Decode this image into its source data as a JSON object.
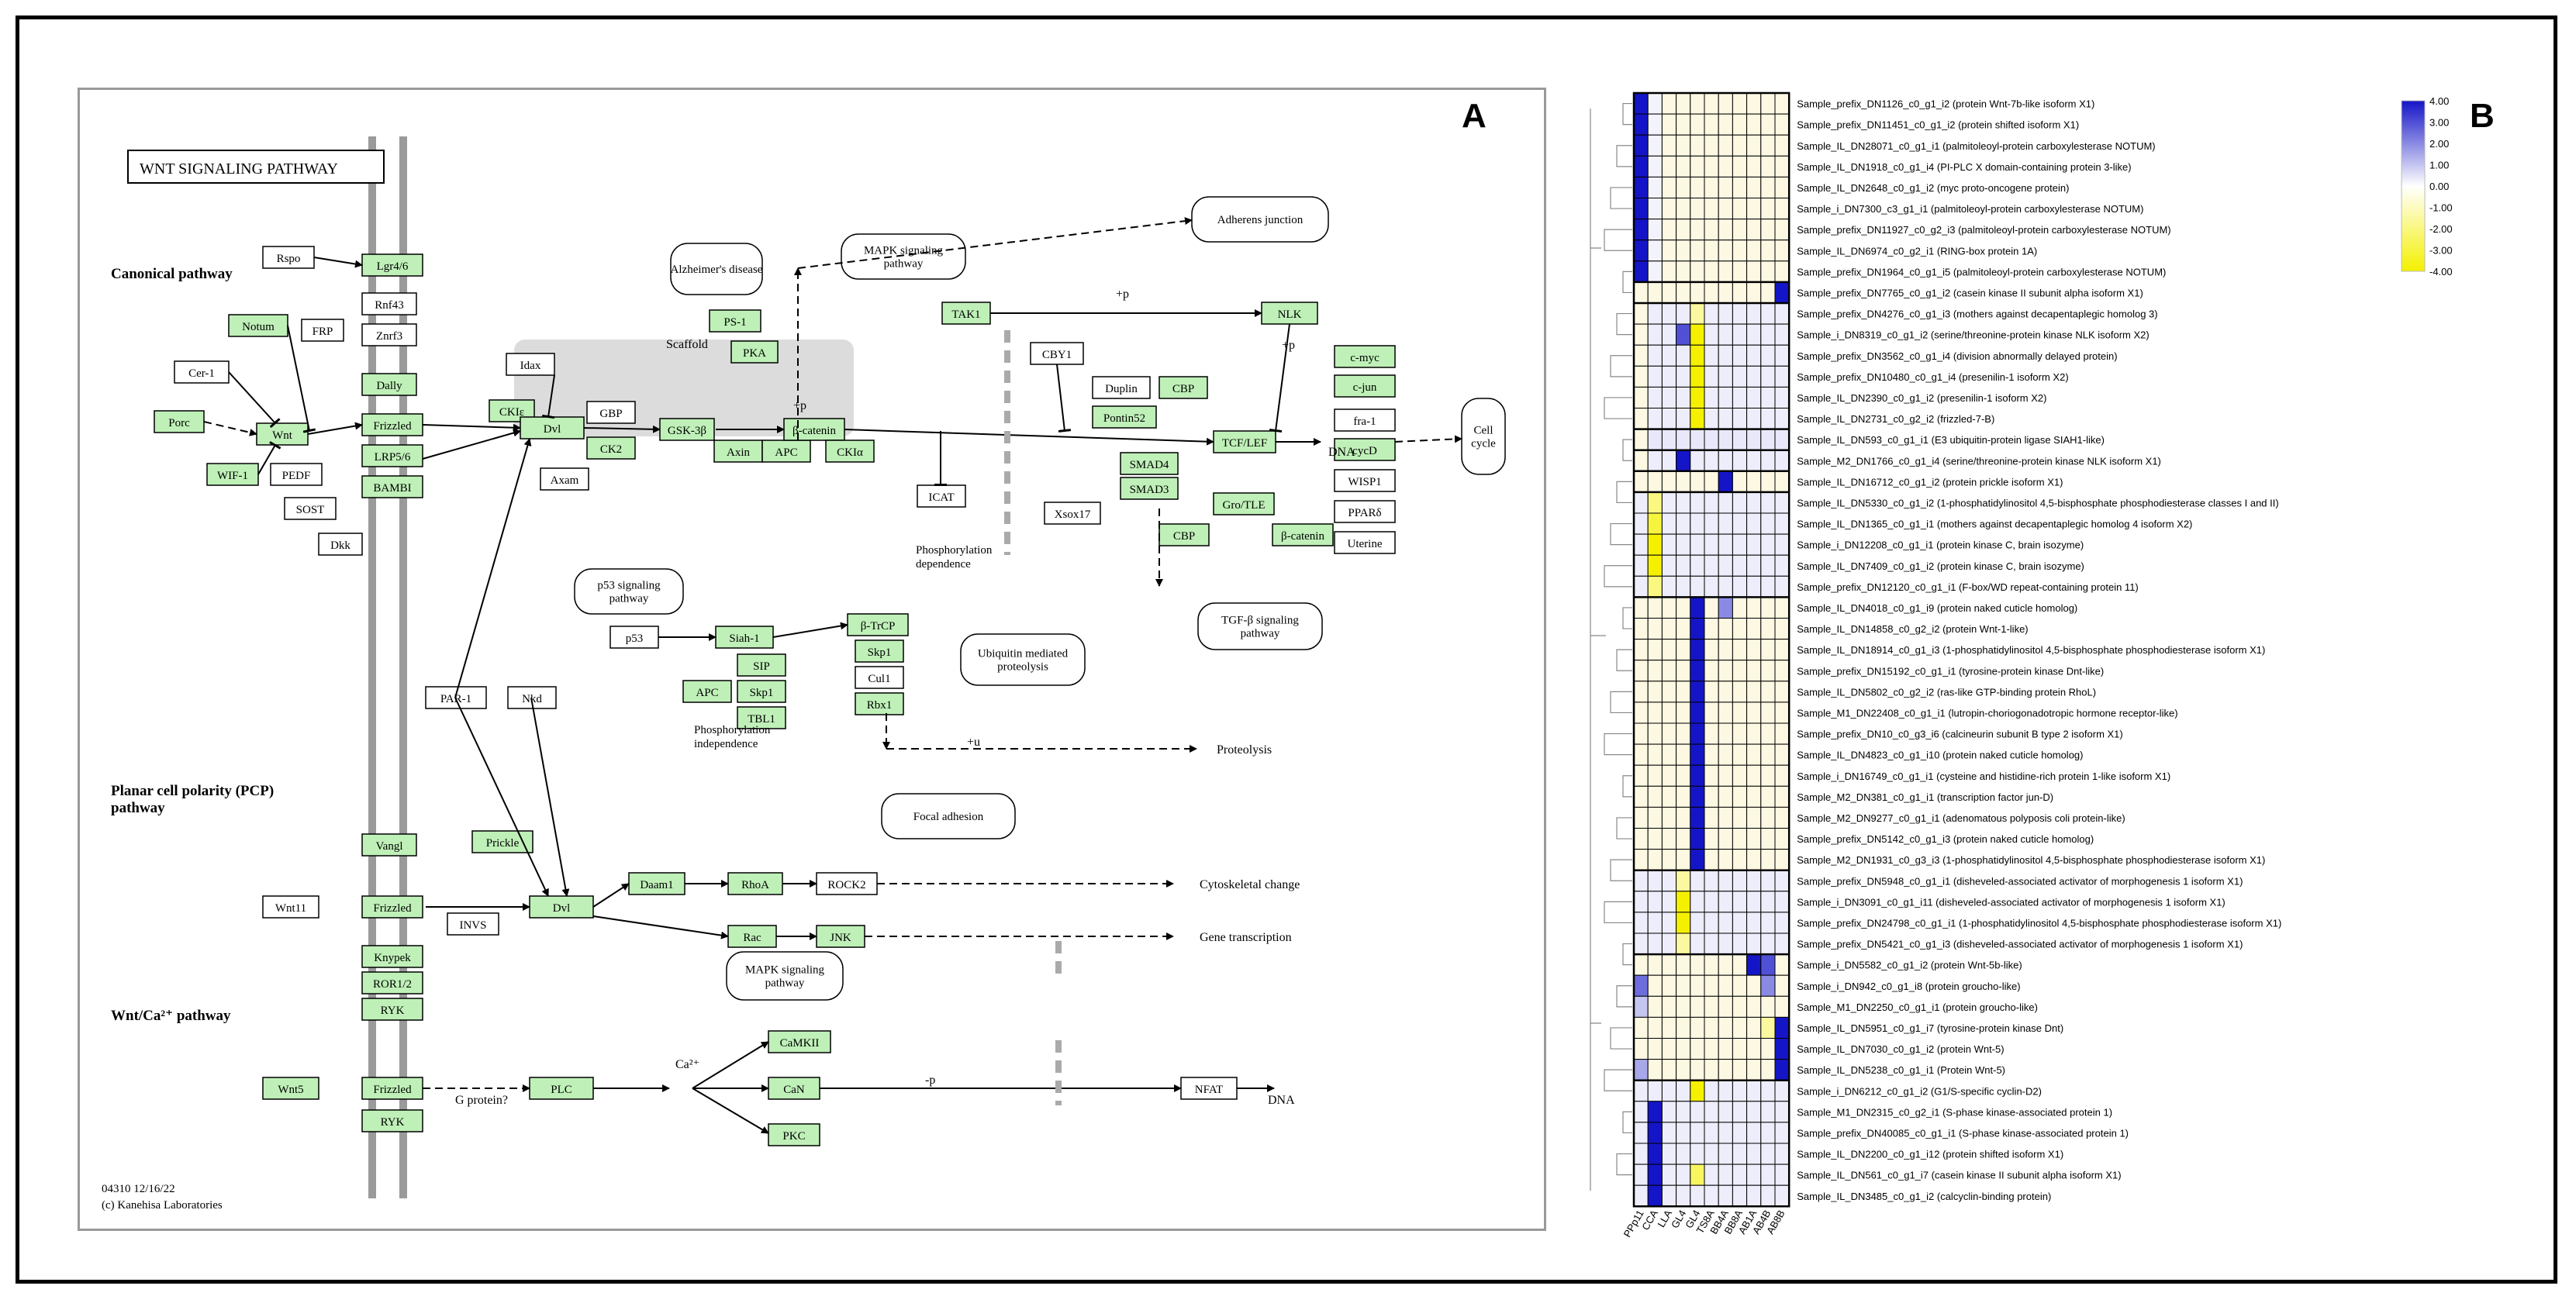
{
  "panel_a": {
    "letter": "A",
    "title": "WNT SIGNALING PATHWAY",
    "section_canonical": "Canonical pathway",
    "section_pcp": "Planar cell polarity (PCP) pathway",
    "section_ca": "Wnt/Ca²⁺ pathway",
    "map_id": "04310 12/16/22",
    "copyright": "(c) Kanehisa Laboratories",
    "scaffold_label": "Scaffold",
    "labels": {
      "plus_p": "+p",
      "minus_p": "-p",
      "plus_u": "+u",
      "g_protein": "G protein?",
      "dna": "DNA",
      "ca": "Ca²⁺",
      "phos_dep": "Phosphorylation dependence",
      "phos_indep": "Phosphorylation independence",
      "proteolysis": "Proteolysis",
      "cyto_change": "Cytoskeletal change",
      "gene_transcription": "Gene transcription"
    },
    "rounded_boxes": {
      "alzheimers": "Alzheimer's disease",
      "adherens": "Adherens junction",
      "mapk1": "MAPK signaling pathway",
      "p53": "p53 signaling pathway",
      "ubiquitin": "Ubiquitin mediated proteolysis",
      "tgfb": "TGF-β signaling pathway",
      "focal": "Focal adhesion",
      "mapk2": "MAPK signaling pathway",
      "cell_cycle": "Cell cycle"
    },
    "nodes": {
      "lgr": "Lgr4/6",
      "rspo": "Rspo",
      "rnf43": "Rnf43",
      "znrf3": "Znrf3",
      "notum": "Notum",
      "frp": "FRP",
      "cer1": "Cer-1",
      "porc": "Porc",
      "wnt": "Wnt",
      "wif1": "WIF-1",
      "pedf": "PEDF",
      "sost": "SOST",
      "dkk": "Dkk",
      "dally": "Dally",
      "frizzled1": "Frizzled",
      "lrp": "LRP5/6",
      "bambi": "BAMBI",
      "idax": "Idax",
      "cki_e": "CKIε",
      "dvl1": "Dvl",
      "gbp": "GBP",
      "ck2": "CK2",
      "axam": "Axam",
      "gsk3b": "GSK-3β",
      "axin": "Axin",
      "apc": "APC",
      "bcat1": "β-catenin",
      "ckia": "CKIα",
      "icat": "ICAT",
      "ps1": "PS-1",
      "pka": "PKA",
      "tak1": "TAK1",
      "nlk": "NLK",
      "cby1": "CBY1",
      "duplin": "Duplin",
      "pontin": "Pontin52",
      "cbp1": "CBP",
      "tcf": "TCF/LEF",
      "smad4": "SMAD4",
      "smad3": "SMAD3",
      "xsox17": "Xsox17",
      "gro": "Gro/TLE",
      "cbp2": "CBP",
      "bcat2": "β-catenin",
      "cmyc": "c-myc",
      "cjun": "c-jun",
      "fra1": "fra-1",
      "cycd": "cycD",
      "wisp1": "WISP1",
      "ppard": "PPARδ",
      "mmp7": "Uterine",
      "p53": "p53",
      "siah1": "Siah-1",
      "sip": "SIP",
      "apc2": "APC",
      "skp1": "Skp1",
      "tbl1": "TBL1",
      "btrcp": "β-TrCP",
      "skp1b": "Skp1",
      "cul1": "Cul1",
      "rbx1": "Rbx1",
      "par1": "PAR-1",
      "nkd": "Nkd",
      "vangl": "Vangl",
      "prickle": "Prickle",
      "wnt11": "Wnt11",
      "frizzled2": "Frizzled",
      "invs": "INVS",
      "dvl2": "Dvl",
      "daam1": "Daam1",
      "rhoa": "RhoA",
      "rock2": "ROCK2",
      "rac": "Rac",
      "jnk": "JNK",
      "knypek": "Knypek",
      "ror": "ROR1/2",
      "ryk1": "RYK",
      "wnt5": "Wnt5",
      "frizzled3": "Frizzled",
      "ryk2": "RYK",
      "plc": "PLC",
      "camkii": "CaMKII",
      "cn": "CaN",
      "pkc": "PKC",
      "nfat": "NFAT"
    }
  },
  "panel_b": {
    "letter": "B",
    "legend_ticks": [
      "4.00",
      "3.00",
      "2.00",
      "1.00",
      "0.00",
      "-1.00",
      "-2.00",
      "-3.00",
      "-4.00"
    ],
    "colors": {
      "high": "#1515c8",
      "mid": "#ffffff",
      "low": "#f4f000",
      "background": "#fcf8e2"
    }
  },
  "chart_data": {
    "type": "heatmap",
    "columns": [
      "PPp11",
      "CCA",
      "LLA",
      "GL4",
      "GL4",
      "TS8A",
      "BB4A",
      "BB8A",
      "AB1A",
      "AB4B",
      "AB8B"
    ],
    "legend_range": [
      -4,
      4
    ],
    "rows": [
      {
        "label": "Sample_prefix_DN1126_c0_g1_i2 (protein Wnt-7b-like isoform X1)",
        "values": [
          4,
          0.2,
          0,
          0,
          0,
          0,
          0,
          0,
          0,
          0,
          0
        ]
      },
      {
        "label": "Sample_prefix_DN11451_c0_g1_i2 (protein shifted isoform X1)",
        "values": [
          4,
          0.2,
          0,
          0,
          0,
          0,
          0,
          0,
          0,
          0,
          0
        ]
      },
      {
        "label": "Sample_IL_DN28071_c0_g1_i1 (palmitoleoyl-protein carboxylesterase NOTUM)",
        "values": [
          4,
          0.2,
          0,
          0,
          0,
          0,
          0,
          0,
          0,
          0,
          0
        ]
      },
      {
        "label": "Sample_IL_DN1918_c0_g1_i4 (PI-PLC X domain-containing protein 3-like)",
        "values": [
          4,
          0.2,
          0,
          0,
          0,
          0,
          0,
          0,
          0,
          0,
          0
        ]
      },
      {
        "label": "Sample_IL_DN2648_c0_g1_i2 (myc proto-oncogene protein)",
        "values": [
          4,
          0.2,
          0,
          0,
          0,
          0,
          0,
          0,
          0,
          0,
          0
        ]
      },
      {
        "label": "Sample_i_DN7300_c3_g1_i1 (palmitoleoyl-protein carboxylesterase NOTUM)",
        "values": [
          4,
          0.2,
          0,
          0,
          0,
          0,
          0,
          0,
          0,
          0,
          0
        ]
      },
      {
        "label": "Sample_prefix_DN11927_c0_g2_i3 (palmitoleoyl-protein carboxylesterase NOTUM)",
        "values": [
          4,
          0.2,
          0,
          0,
          0,
          0,
          0,
          0,
          0,
          0,
          0
        ]
      },
      {
        "label": "Sample_IL_DN6974_c0_g2_i1 (RING-box protein 1A)",
        "values": [
          4,
          0.2,
          0,
          0,
          0,
          0,
          0,
          0,
          0,
          0,
          0
        ]
      },
      {
        "label": "Sample_prefix_DN1964_c0_g1_i5 (palmitoleoyl-protein carboxylesterase NOTUM)",
        "values": [
          4,
          0.2,
          0,
          0,
          0,
          0,
          0,
          0,
          0,
          0,
          0
        ]
      },
      {
        "label": "Sample_prefix_DN7765_c0_g1_i2 (casein kinase II subunit alpha isoform X1)",
        "values": [
          0,
          0,
          0,
          0,
          0,
          0,
          0,
          0,
          0,
          0,
          4
        ]
      },
      {
        "label": "Sample_prefix_DN4276_c0_g1_i3 (mothers against decapentaplegic homolog 3)",
        "values": [
          0,
          0.3,
          0.3,
          0.3,
          -1.5,
          0.3,
          0.3,
          0.3,
          0.3,
          0.3,
          0.3
        ]
      },
      {
        "label": "Sample_i_DN8319_c0_g1_i2 (serine/threonine-protein kinase NLK isoform X2)",
        "values": [
          0,
          0.3,
          0.3,
          3,
          -4,
          0.3,
          0.3,
          0.3,
          0.3,
          0.3,
          0.3
        ]
      },
      {
        "label": "Sample_prefix_DN3562_c0_g1_i4 (division abnormally delayed protein)",
        "values": [
          0,
          0.3,
          0.3,
          0.3,
          -4,
          0.3,
          0.3,
          0.3,
          0.3,
          0.3,
          0.3
        ]
      },
      {
        "label": "Sample_prefix_DN10480_c0_g1_i4 (presenilin-1 isoform X2)",
        "values": [
          0,
          0.3,
          0.3,
          0.3,
          -4,
          0.3,
          0.3,
          0.3,
          0.3,
          0.3,
          0.3
        ]
      },
      {
        "label": "Sample_IL_DN2390_c0_g1_i2 (presenilin-1 isoform X2)",
        "values": [
          0,
          0.3,
          0.3,
          0.3,
          -4,
          0.3,
          0.3,
          0.3,
          0.3,
          0.3,
          0.3
        ]
      },
      {
        "label": "Sample_IL_DN2731_c0_g2_i2 (frizzled-7-B)",
        "values": [
          0,
          0.3,
          0.3,
          0.3,
          -4,
          0.3,
          0.3,
          0.3,
          0.3,
          0.3,
          0.3
        ]
      },
      {
        "label": "Sample_IL_DN593_c0_g1_i1 (E3 ubiquitin-protein ligase SIAH1-like)",
        "values": [
          0,
          0.4,
          0.4,
          0.4,
          0.4,
          0.4,
          0.4,
          0.4,
          0.4,
          0.4,
          0.4
        ]
      },
      {
        "label": "Sample_M2_DN1766_c0_g1_i4 (serine/threonine-protein kinase NLK isoform X1)",
        "values": [
          0,
          0.3,
          0.3,
          4,
          0.3,
          0.3,
          0.3,
          0.3,
          0.3,
          0.3,
          0.3
        ]
      },
      {
        "label": "Sample_IL_DN16712_c0_g1_i2 (protein prickle isoform X1)",
        "values": [
          0,
          0,
          0,
          0,
          0,
          0,
          4,
          0,
          0,
          0,
          0
        ]
      },
      {
        "label": "Sample_IL_DN5330_c0_g1_i2 (1-phosphatidylinositol 4,5-bisphosphate phosphodiesterase classes I and II)",
        "values": [
          0.3,
          -2,
          0.3,
          0.3,
          0.3,
          0.3,
          0.3,
          0.3,
          0.3,
          0.3,
          0.3
        ]
      },
      {
        "label": "Sample_IL_DN1365_c0_g1_i1 (mothers against decapentaplegic homolog 4 isoform X2)",
        "values": [
          0.3,
          -3,
          0.3,
          0.3,
          0.3,
          0.3,
          0.3,
          0.3,
          0.3,
          0.3,
          0.3
        ]
      },
      {
        "label": "Sample_i_DN12208_c0_g1_i1 (protein kinase C, brain isozyme)",
        "values": [
          0.3,
          -4,
          0.3,
          0.3,
          0.3,
          0.3,
          0.3,
          0.3,
          0.3,
          0.3,
          0.3
        ]
      },
      {
        "label": "Sample_IL_DN7409_c0_g1_i2 (protein kinase C, brain isozyme)",
        "values": [
          0.3,
          -4,
          0.3,
          0.3,
          0.3,
          0.3,
          0.3,
          0.3,
          0.3,
          0.3,
          0.3
        ]
      },
      {
        "label": "Sample_prefix_DN12120_c0_g1_i1 (F-box/WD repeat-containing protein 11)",
        "values": [
          0.3,
          -2,
          0.3,
          0.3,
          0.3,
          0.3,
          0.3,
          0.3,
          0.3,
          0.3,
          0.3
        ]
      },
      {
        "label": "Sample_IL_DN4018_c0_g1_i9 (protein naked cuticle homolog)",
        "values": [
          0,
          0,
          0,
          0,
          4,
          0,
          2,
          0,
          0,
          0,
          0
        ]
      },
      {
        "label": "Sample_IL_DN14858_c0_g2_i2 (protein Wnt-1-like)",
        "values": [
          0,
          0,
          0,
          0,
          4,
          0,
          0,
          0,
          0,
          0,
          0
        ]
      },
      {
        "label": "Sample_IL_DN18914_c0_g1_i3 (1-phosphatidylinositol 4,5-bisphosphate phosphodiesterase isoform X1)",
        "values": [
          0,
          0,
          0,
          0,
          4,
          0,
          0,
          0,
          0,
          0,
          0
        ]
      },
      {
        "label": "Sample_prefix_DN15192_c0_g1_i1 (tyrosine-protein kinase Dnt-like)",
        "values": [
          0,
          0,
          0,
          0,
          4,
          0,
          0,
          0,
          0,
          0,
          0
        ]
      },
      {
        "label": "Sample_IL_DN5802_c0_g2_i2 (ras-like GTP-binding protein RhoL)",
        "values": [
          0,
          0,
          0,
          0,
          4,
          0,
          0,
          0,
          0,
          0,
          0
        ]
      },
      {
        "label": "Sample_M1_DN22408_c0_g1_i1 (lutropin-choriogonadotropic hormone receptor-like)",
        "values": [
          0,
          0,
          0,
          0,
          4,
          0,
          0,
          0,
          0,
          0,
          0
        ]
      },
      {
        "label": "Sample_prefix_DN10_c0_g3_i6 (calcineurin subunit B type 2 isoform X1)",
        "values": [
          0,
          0,
          0,
          0,
          4,
          0,
          0,
          0,
          0,
          0,
          0
        ]
      },
      {
        "label": "Sample_IL_DN4823_c0_g1_i10 (protein naked cuticle homolog)",
        "values": [
          0,
          0,
          0,
          0,
          4,
          0,
          0,
          0,
          0,
          0,
          0
        ]
      },
      {
        "label": "Sample_i_DN16749_c0_g1_i1 (cysteine and histidine-rich protein 1-like isoform X1)",
        "values": [
          0,
          0,
          0,
          0,
          4,
          0,
          0,
          0,
          0,
          0,
          0
        ]
      },
      {
        "label": "Sample_M2_DN381_c0_g1_i1 (transcription factor jun-D)",
        "values": [
          0,
          0,
          0,
          0,
          4,
          0,
          0,
          0,
          0,
          0,
          0
        ]
      },
      {
        "label": "Sample_M2_DN9277_c0_g1_i1 (adenomatous polyposis coli protein-like)",
        "values": [
          0,
          0,
          0,
          0,
          4,
          0,
          0,
          0,
          0,
          0,
          0
        ]
      },
      {
        "label": "Sample_prefix_DN5142_c0_g1_i3 (protein naked cuticle homolog)",
        "values": [
          0,
          0,
          0,
          0,
          4,
          0,
          0,
          0,
          0,
          0,
          0
        ]
      },
      {
        "label": "Sample_M2_DN1931_c0_g3_i3 (1-phosphatidylinositol 4,5-bisphosphate phosphodiesterase isoform X1)",
        "values": [
          0,
          0,
          0,
          0,
          4,
          0,
          0,
          0,
          0,
          0,
          0
        ]
      },
      {
        "label": "Sample_prefix_DN5948_c0_g1_i1 (disheveled-associated activator of morphogenesis 1 isoform X1)",
        "values": [
          0.3,
          0.3,
          0.3,
          -1.5,
          0.3,
          0.3,
          0.3,
          0.3,
          0.3,
          0.3,
          0.3
        ]
      },
      {
        "label": "Sample_i_DN3091_c0_g1_i11 (disheveled-associated activator of morphogenesis 1 isoform X1)",
        "values": [
          0.3,
          0.3,
          0.3,
          -4,
          0.3,
          0.3,
          0.3,
          0.3,
          0.3,
          0.3,
          0.3
        ]
      },
      {
        "label": "Sample_prefix_DN24798_c0_g1_i1 (1-phosphatidylinositol 4,5-bisphosphate phosphodiesterase isoform X1)",
        "values": [
          0.3,
          0.3,
          0.3,
          -4,
          0.3,
          0.3,
          0.3,
          0.3,
          0.3,
          0.3,
          0.3
        ]
      },
      {
        "label": "Sample_prefix_DN5421_c0_g1_i3 (disheveled-associated activator of morphogenesis 1 isoform X1)",
        "values": [
          0.3,
          0.3,
          0.3,
          -1.5,
          0.3,
          0.3,
          0.3,
          0.3,
          0.3,
          0.3,
          0.3
        ]
      },
      {
        "label": "Sample_i_DN5582_c0_g1_i2 (protein Wnt-5b-like)",
        "values": [
          0,
          0,
          0,
          0,
          0,
          0,
          0,
          0,
          4,
          3,
          0
        ]
      },
      {
        "label": "Sample_i_DN942_c0_g1_i8 (protein groucho-like)",
        "values": [
          2.5,
          0,
          0,
          0,
          0,
          0,
          0,
          0,
          0,
          2,
          0
        ]
      },
      {
        "label": "Sample_M1_DN2250_c0_g1_i1 (protein groucho-like)",
        "values": [
          1,
          0,
          0,
          0,
          0,
          0,
          0,
          0,
          0,
          0,
          0
        ]
      },
      {
        "label": "Sample_IL_DN5951_c0_g1_i7 (tyrosine-protein kinase Dnt)",
        "values": [
          0,
          0,
          0,
          0,
          0,
          0,
          0,
          0,
          0,
          -1.5,
          4
        ]
      },
      {
        "label": "Sample_IL_DN7030_c0_g1_i2 (protein Wnt-5)",
        "values": [
          0,
          0,
          0,
          0,
          0,
          0,
          0,
          0,
          0,
          0,
          4
        ]
      },
      {
        "label": "Sample_IL_DN5238_c0_g1_i1 (Protein Wnt-5)",
        "values": [
          1.5,
          0,
          0,
          0,
          0,
          0,
          0,
          0,
          0,
          0,
          4
        ]
      },
      {
        "label": "Sample_i_DN6212_c0_g1_i2 (G1/S-specific cyclin-D2)",
        "values": [
          0.3,
          0.3,
          0.3,
          0.3,
          -4,
          0.3,
          0.3,
          0.3,
          0.3,
          0.3,
          0.3
        ]
      },
      {
        "label": "Sample_M1_DN2315_c0_g2_i1 (S-phase kinase-associated protein 1)",
        "values": [
          0.3,
          4,
          0.3,
          0.3,
          0.3,
          0.3,
          0.3,
          0.3,
          0.3,
          0.3,
          0.3
        ]
      },
      {
        "label": "Sample_prefix_DN40085_c0_g1_i1 (S-phase kinase-associated protein 1)",
        "values": [
          0.3,
          4,
          0.3,
          0.3,
          0.3,
          0.3,
          0.3,
          0.3,
          0.3,
          0.3,
          0.3
        ]
      },
      {
        "label": "Sample_IL_DN2200_c0_g1_i12 (protein shifted isoform X1)",
        "values": [
          0.3,
          4,
          0.3,
          0.3,
          0.3,
          0.3,
          0.3,
          0.3,
          0.3,
          0.3,
          0.3
        ]
      },
      {
        "label": "Sample_IL_DN561_c0_g1_i7 (casein kinase II subunit alpha isoform X1)",
        "values": [
          0.3,
          4,
          0.3,
          0.3,
          -2.5,
          0.3,
          0.3,
          0.3,
          0.3,
          0.3,
          0.3
        ]
      },
      {
        "label": "Sample_IL_DN3485_c0_g1_i2 (calcyclin-binding protein)",
        "values": [
          0.3,
          4,
          0.3,
          0.3,
          0.3,
          0.3,
          0.3,
          0.3,
          0.3,
          0.3,
          0.3
        ]
      }
    ]
  }
}
